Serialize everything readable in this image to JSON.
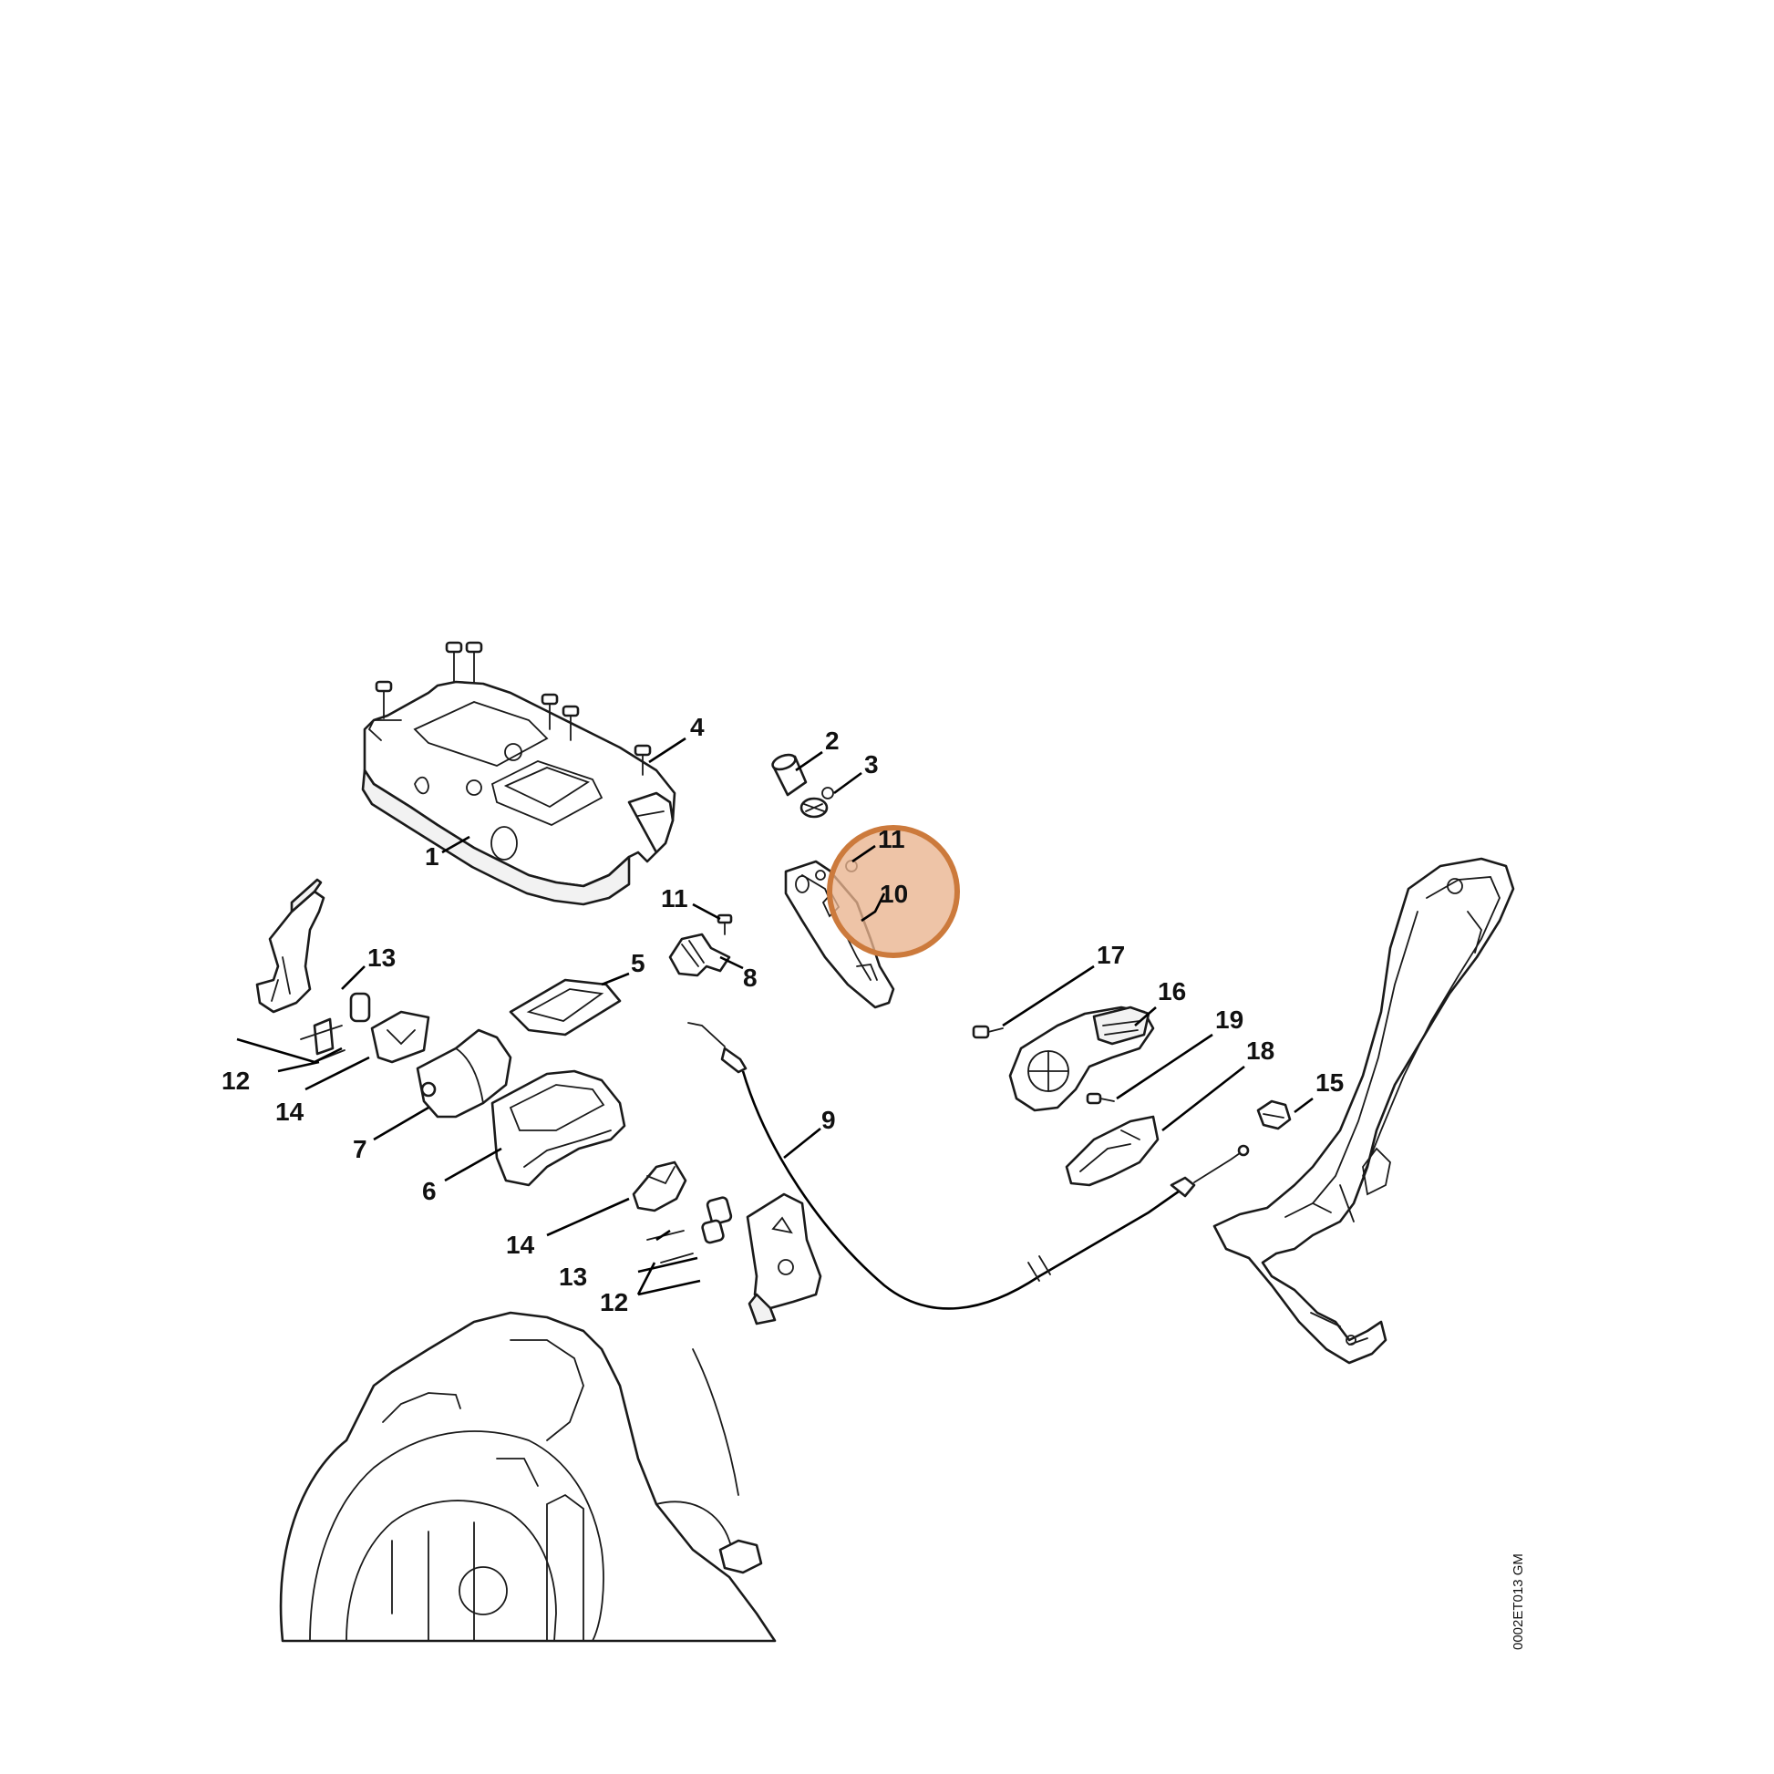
{
  "drawing_code": "0002ET013 GM",
  "highlight": {
    "label": "10",
    "fill": "#e9b48e",
    "stroke": "#cc7a3c"
  },
  "callouts": [
    {
      "id": "c1",
      "label": "1"
    },
    {
      "id": "c2",
      "label": "2"
    },
    {
      "id": "c3",
      "label": "3"
    },
    {
      "id": "c4",
      "label": "4"
    },
    {
      "id": "c5",
      "label": "5"
    },
    {
      "id": "c6",
      "label": "6"
    },
    {
      "id": "c7",
      "label": "7"
    },
    {
      "id": "c8",
      "label": "8"
    },
    {
      "id": "c9",
      "label": "9"
    },
    {
      "id": "c10",
      "label": "10"
    },
    {
      "id": "c11a",
      "label": "11"
    },
    {
      "id": "c11b",
      "label": "11"
    },
    {
      "id": "c12a",
      "label": "12"
    },
    {
      "id": "c12b",
      "label": "12"
    },
    {
      "id": "c13a",
      "label": "13"
    },
    {
      "id": "c13b",
      "label": "13"
    },
    {
      "id": "c14a",
      "label": "14"
    },
    {
      "id": "c14b",
      "label": "14"
    },
    {
      "id": "c15",
      "label": "15"
    },
    {
      "id": "c16",
      "label": "16"
    },
    {
      "id": "c17",
      "label": "17"
    },
    {
      "id": "c18",
      "label": "18"
    },
    {
      "id": "c19",
      "label": "19"
    }
  ]
}
